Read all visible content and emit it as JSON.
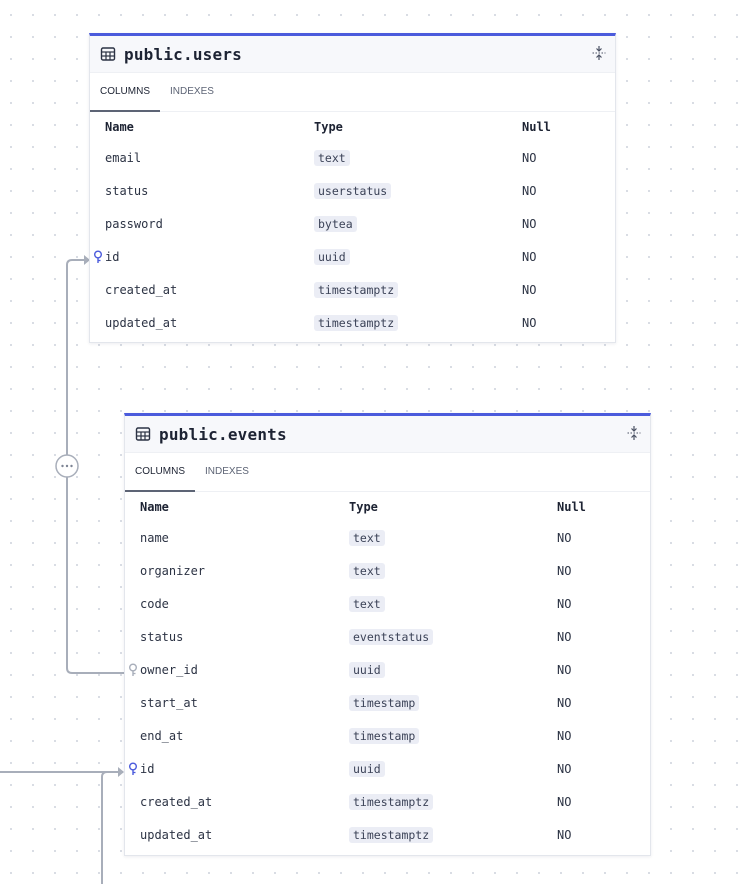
{
  "colors": {
    "accent": "#4b5bdc",
    "connector": "#a8aeba",
    "key_icon_primary": "#4b5bdc",
    "key_icon_foreign": "#a8aeba"
  },
  "icons": {
    "table": "table-grid-icon",
    "collapse": "collapse-arrows-icon",
    "primary_key": "key-icon",
    "foreign_key": "key-outline-icon",
    "relation_menu": "ellipsis-circle-icon"
  },
  "tables": {
    "users": {
      "title": "public.users",
      "tabs": [
        "COLUMNS",
        "INDEXES"
      ],
      "active_tab": "COLUMNS",
      "headers": {
        "name": "Name",
        "type": "Type",
        "null": "Null"
      },
      "columns": [
        {
          "name": "email",
          "type": "text",
          "null": "NO"
        },
        {
          "name": "status",
          "type": "userstatus",
          "null": "NO"
        },
        {
          "name": "password",
          "type": "bytea",
          "null": "NO"
        },
        {
          "name": "id",
          "type": "uuid",
          "null": "NO",
          "key": "primary"
        },
        {
          "name": "created_at",
          "type": "timestamptz",
          "null": "NO"
        },
        {
          "name": "updated_at",
          "type": "timestamptz",
          "null": "NO"
        }
      ]
    },
    "events": {
      "title": "public.events",
      "tabs": [
        "COLUMNS",
        "INDEXES"
      ],
      "active_tab": "COLUMNS",
      "headers": {
        "name": "Name",
        "type": "Type",
        "null": "Null"
      },
      "columns": [
        {
          "name": "name",
          "type": "text",
          "null": "NO"
        },
        {
          "name": "organizer",
          "type": "text",
          "null": "NO"
        },
        {
          "name": "code",
          "type": "text",
          "null": "NO"
        },
        {
          "name": "status",
          "type": "eventstatus",
          "null": "NO"
        },
        {
          "name": "owner_id",
          "type": "uuid",
          "null": "NO",
          "key": "foreign"
        },
        {
          "name": "start_at",
          "type": "timestamp",
          "null": "NO"
        },
        {
          "name": "end_at",
          "type": "timestamp",
          "null": "NO"
        },
        {
          "name": "id",
          "type": "uuid",
          "null": "NO",
          "key": "primary"
        },
        {
          "name": "created_at",
          "type": "timestamptz",
          "null": "NO"
        },
        {
          "name": "updated_at",
          "type": "timestamptz",
          "null": "NO"
        }
      ]
    }
  },
  "relations": [
    {
      "from": "events.owner_id",
      "to": "users.id"
    }
  ]
}
